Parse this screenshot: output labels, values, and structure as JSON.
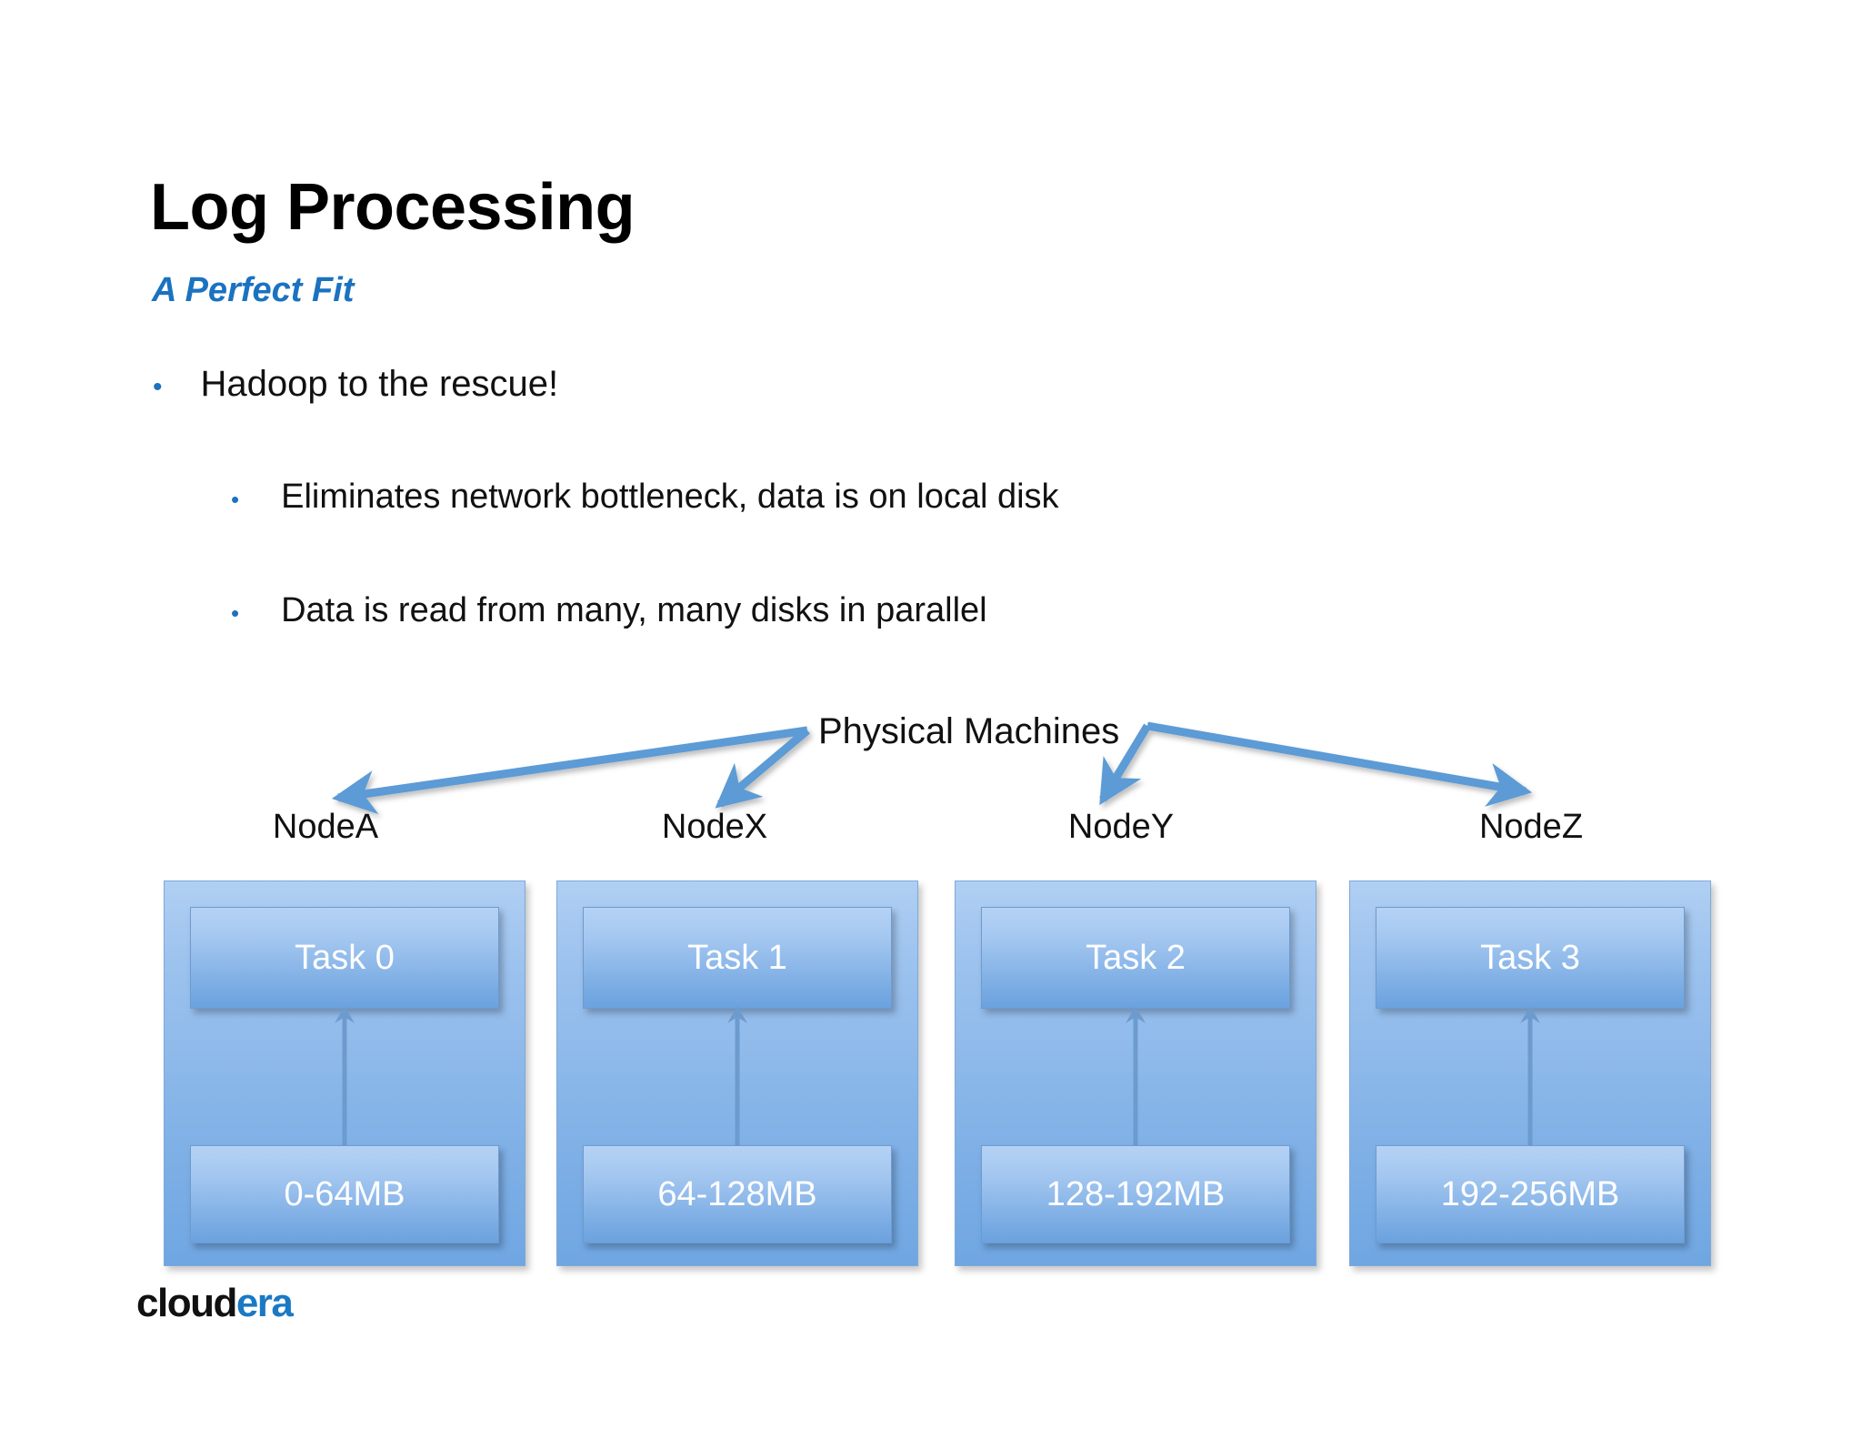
{
  "slide": {
    "title": "Log Processing",
    "subtitle": "A Perfect Fit",
    "background_color": "#FFFFFF",
    "accent_color": "#1B72C0"
  },
  "bullets": [
    {
      "level": 1,
      "marker": "•",
      "text": "Hadoop to the rescue!"
    },
    {
      "level": 2,
      "marker": "•",
      "text": "Eliminates network bottleneck, data is on local disk"
    },
    {
      "level": 2,
      "marker": "•",
      "text": "Data is read from many, many disks in parallel"
    }
  ],
  "diagram": {
    "caption": "Physical Machines",
    "arrow_color": "#5B9BD5",
    "node_fill_top": "#B0CFF3",
    "node_fill_bottom": "#6FA6E2",
    "nodes": [
      {
        "label": "NodeA",
        "task": "Task 0",
        "data_range": "0-64MB"
      },
      {
        "label": "NodeX",
        "task": "Task 1",
        "data_range": "64-128MB"
      },
      {
        "label": "NodeY",
        "task": "Task 2",
        "data_range": "128-192MB"
      },
      {
        "label": "NodeZ",
        "task": "Task 3",
        "data_range": "192-256MB"
      }
    ]
  },
  "logo": {
    "part_dark": "cloud",
    "part_blue": "era",
    "blue_hex": "#1B79C4"
  }
}
